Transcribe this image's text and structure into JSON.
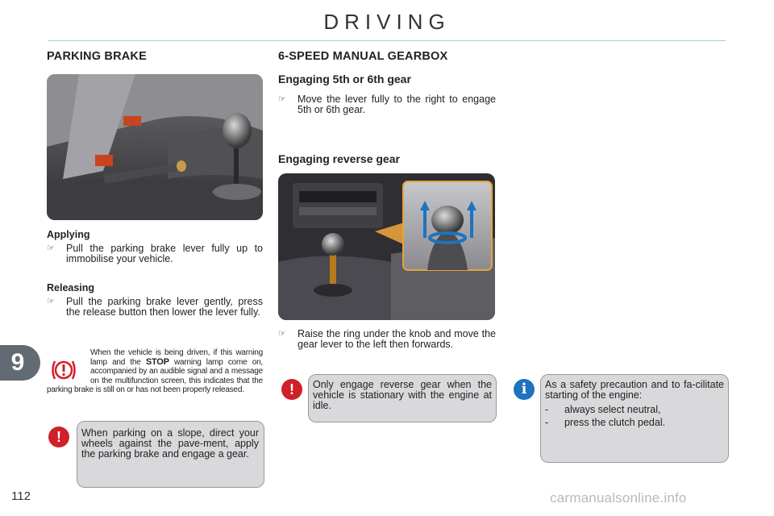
{
  "header": {
    "title": "DRIVING"
  },
  "chapter": {
    "number": "9"
  },
  "page": {
    "number": "112"
  },
  "watermark": "carmanualsonline.info",
  "parking_brake": {
    "title": "PARKING BRAKE",
    "applying": {
      "heading": "Applying",
      "bullet": "Pull the parking brake lever fully up to immobilise your vehicle."
    },
    "releasing": {
      "heading": "Releasing",
      "bullet": "Pull the parking brake lever gently, press the release button then lower the lever fully."
    },
    "warning_note": {
      "part1": "When the vehicle is being driven, if this warning lamp and the ",
      "stop": "STOP",
      "part2": " warning lamp come on, accompanied by an audible signal and a message on the multifunction screen, this indicates that the parking brake is still on or has not been properly released."
    },
    "slope_note": "When parking on a slope, direct your wheels against the pave-ment, apply the parking brake and engage a gear."
  },
  "gearbox": {
    "title": "6-SPEED MANUAL GEARBOX",
    "fifth_sixth": {
      "heading": "Engaging 5th or 6th gear",
      "bullet": "Move the lever fully to the right to engage 5th or 6th gear."
    },
    "reverse": {
      "heading": "Engaging reverse gear",
      "bullet": "Raise the ring under the knob and move the gear lever to the left then forwards."
    },
    "reverse_note": "Only engage reverse gear when the vehicle is stationary with the engine at idle."
  },
  "safety_note": {
    "intro": "As a safety precaution and to fa-cilitate starting of the engine:",
    "items": [
      "always select neutral,",
      "press the clutch pedal."
    ]
  },
  "bullet_glyph": "☞",
  "colors": {
    "accent_rule": "#9dd2e0",
    "warning_red": "#d0202a",
    "info_blue": "#1e73be",
    "box_gray": "#d9d9dc",
    "tab_gray": "#626a73"
  }
}
